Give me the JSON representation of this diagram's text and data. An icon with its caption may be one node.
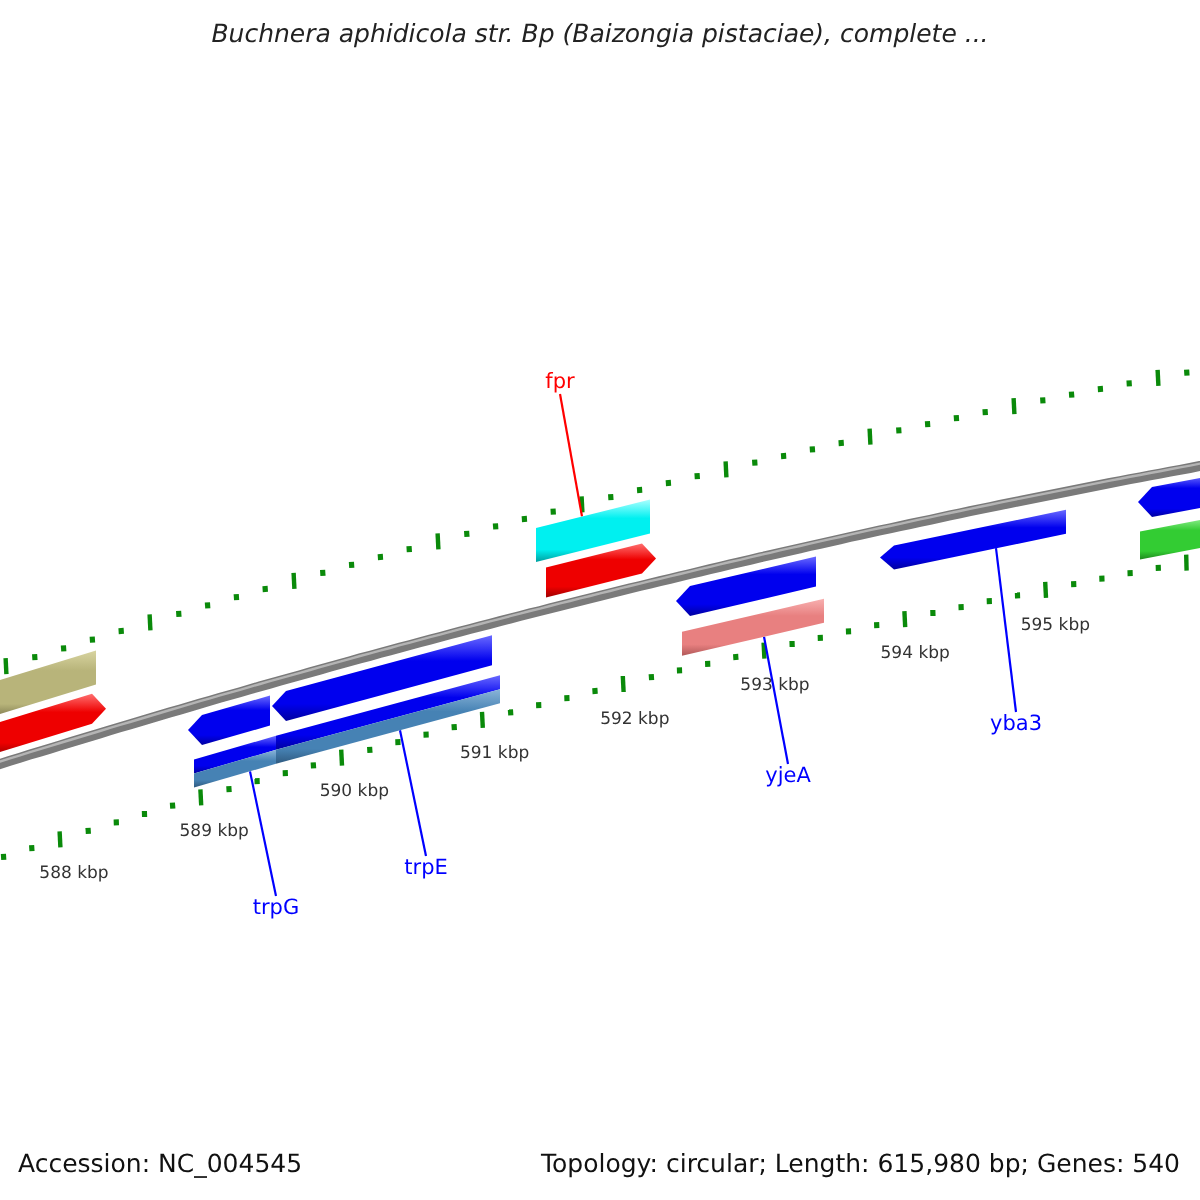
{
  "diagram": {
    "title": "Buchnera aphidicola str. Bp (Baizongia pistaciae), complete ...",
    "nodes": [
      {
        "text": [
          "fpr"
        ]
      },
      {
        "text": [],
        "shape": "bar"
      },
      {
        "text": [],
        "shape": "arrow"
      },
      {
        "text": [],
        "shape": "bar"
      },
      {
        "text": [],
        "shape": "arrow"
      },
      {
        "text": [],
        "shape": "arrow"
      },
      {
        "text": [],
        "shape": "bar"
      },
      {
        "text": [],
        "shape": "arrow"
      },
      {
        "text": [],
        "shape": "arrow"
      },
      {
        "text": [],
        "shape": "bar"
      },
      {
        "text": [],
        "shape": "arrow"
      },
      {
        "text": [],
        "shape": "arrow"
      },
      {
        "text": [],
        "shape": "bar"
      },
      {
        "text": [],
        "shape": "bar"
      },
      {
        "text": [
          "yjeA"
        ]
      },
      {
        "text": [
          "yba3"
        ]
      },
      {
        "text": [
          "trpE"
        ]
      },
      {
        "text": [
          "trpG"
        ]
      }
    ],
    "edges": [
      {
        "from": 0,
        "to": 1,
        "arrow": "none",
        "color": "#ff0000"
      },
      {
        "from": 17,
        "to": 12,
        "arrow": "none"
      },
      {
        "from": 16,
        "to": 13,
        "arrow": "none"
      },
      {
        "from": 14,
        "to": 9,
        "arrow": "none"
      },
      {
        "from": 15,
        "to": 7,
        "arrow": "none"
      }
    ],
    "labels": [
      "588 kbp",
      "589 kbp",
      "590 kbp",
      "591 kbp",
      "592 kbp",
      "593 kbp",
      "594 kbp",
      "595 kbp",
      "Accession: NC_004545",
      "Topology: circular; Length: 615,980 bp; Genes: 540"
    ]
  }
}
